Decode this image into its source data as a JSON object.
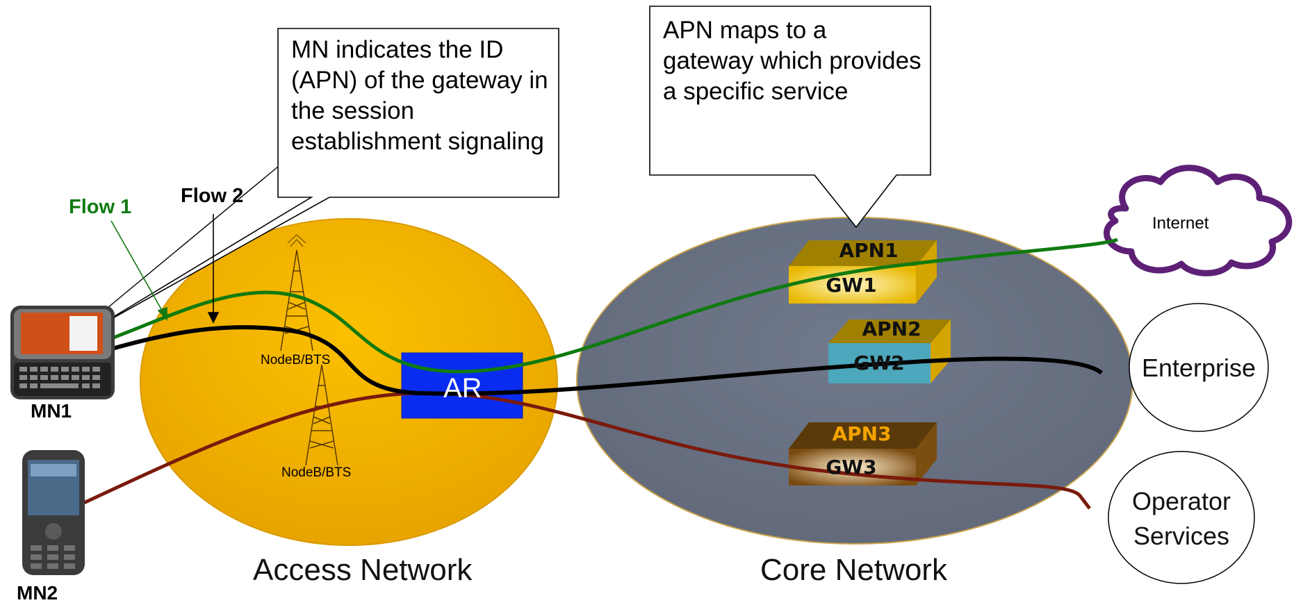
{
  "callouts": {
    "mn_gateway_id": "MN indicates the ID (APN) of the gateway in the session establishment signaling",
    "apn_maps": "APN maps to a gateway which provides a specific service"
  },
  "flows": {
    "flow1": "Flow 1",
    "flow2": "Flow 2"
  },
  "devices": {
    "mn1": "MN1",
    "mn2": "MN2"
  },
  "access_network": {
    "label": "Access Network",
    "towers": [
      "NodeB/BTS",
      "NodeB/BTS"
    ],
    "router": "AR"
  },
  "core_network": {
    "label": "Core Network",
    "gateways": [
      {
        "apn": "APN1",
        "gw": "GW1"
      },
      {
        "apn": "APN2",
        "gw": "GW2"
      },
      {
        "apn": "APN3",
        "gw": "GW3"
      }
    ]
  },
  "destinations": {
    "internet": "Internet",
    "enterprise": "Enterprise",
    "operator_services": "Operator Services"
  },
  "colors": {
    "access_network": "#f0ae00",
    "core_network": "#6b7385",
    "flow1": "#107a10",
    "flow2": "#000000",
    "flow3": "#7a1a0c",
    "router": "#0a2cf0",
    "internet_cloud": "#5e2076",
    "apn3_label": "#f5a300"
  }
}
